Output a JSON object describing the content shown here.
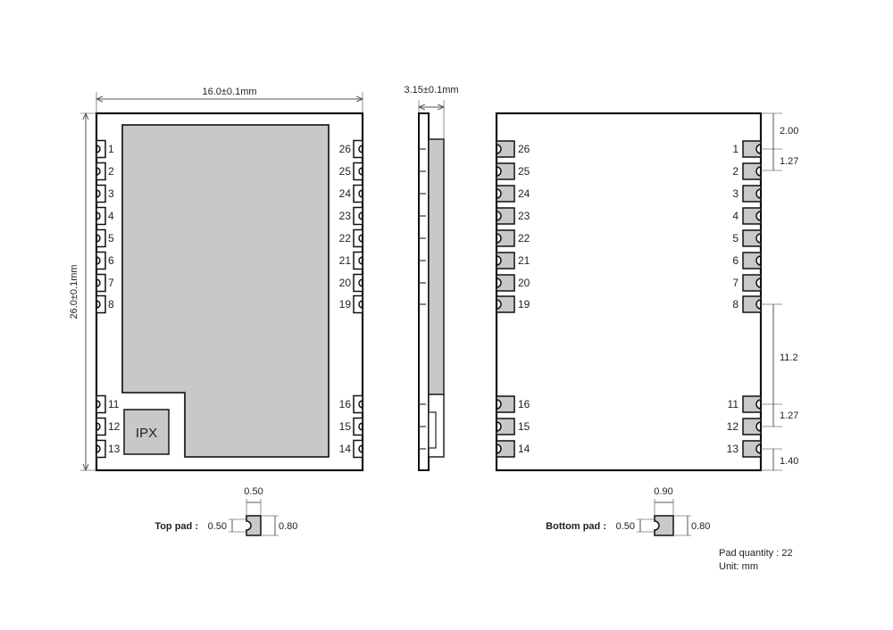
{
  "top_view": {
    "width_label": "16.0±0.1mm",
    "height_label": "26.0±0.1mm",
    "shield_label": "IPX",
    "left_pins": [
      "1",
      "2",
      "3",
      "4",
      "5",
      "6",
      "7",
      "8",
      "11",
      "12",
      "13"
    ],
    "right_pins": [
      "26",
      "25",
      "24",
      "23",
      "22",
      "21",
      "20",
      "19",
      "16",
      "15",
      "14"
    ]
  },
  "side_view": {
    "thickness_label": "3.15±0.1mm"
  },
  "bottom_view": {
    "left_pins": [
      "26",
      "25",
      "24",
      "23",
      "22",
      "21",
      "20",
      "19",
      "16",
      "15",
      "14"
    ],
    "right_pins": [
      "1",
      "2",
      "3",
      "4",
      "5",
      "6",
      "7",
      "8",
      "11",
      "12",
      "13"
    ],
    "dims": [
      "2.00",
      "1.27",
      "11.2",
      "1.27",
      "1.40"
    ]
  },
  "top_pad": {
    "label": "Top pad :",
    "width_label": "0.50",
    "left_label": "0.50",
    "right_label": "0.80"
  },
  "bottom_pad": {
    "label": "Bottom pad :",
    "width_label": "0.90",
    "left_label": "0.50",
    "right_label": "0.80"
  },
  "notes": {
    "pad_quantity": "Pad quantity : 22",
    "unit": "Unit:   mm"
  }
}
